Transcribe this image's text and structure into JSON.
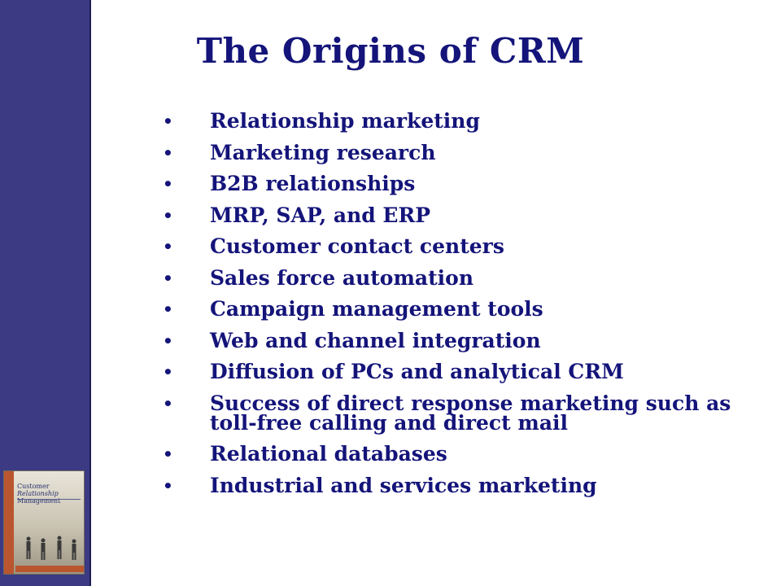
{
  "slide": {
    "title": "The Origins of CRM",
    "bullet_glyph": "•",
    "bullets": [
      "Relationship marketing",
      "Marketing research",
      "B2B relationships",
      "MRP, SAP, and ERP",
      "Customer contact centers",
      "Sales force automation",
      "Campaign management tools",
      "Web and channel integration",
      "Diffusion of PCs and analytical CRM",
      "Success of direct response marketing such as toll-free calling and direct mail",
      "Relational databases",
      "Industrial and services marketing"
    ]
  },
  "book_cover": {
    "title_line1": "Customer",
    "title_line2": "Relationship",
    "title_line3": "Management"
  },
  "colors": {
    "sidebar": "#3b3a82",
    "text": "#14147a",
    "background": "#ffffff"
  }
}
